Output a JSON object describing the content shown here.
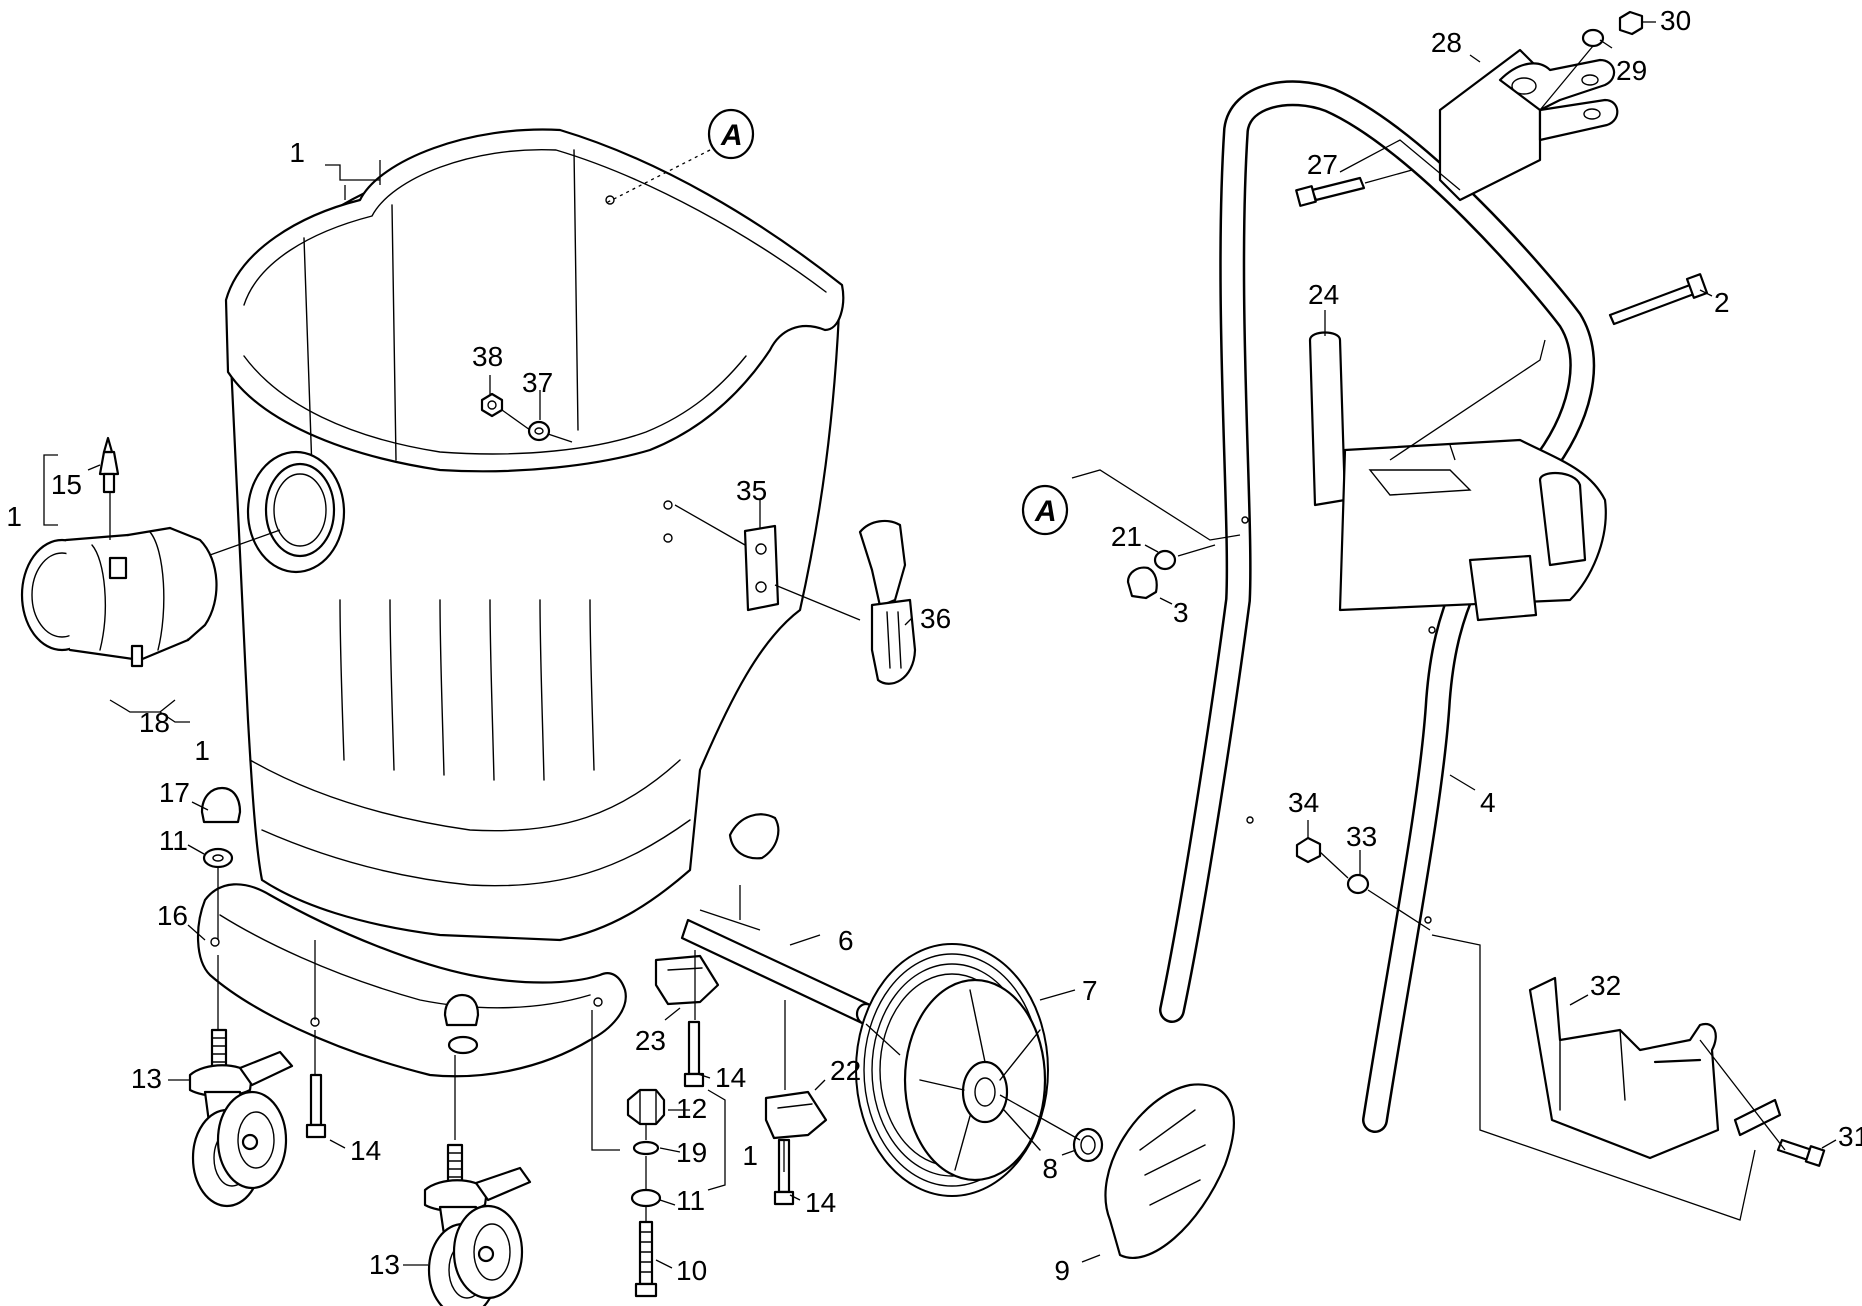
{
  "callouts": [
    {
      "id": "c1a",
      "text": "1"
    },
    {
      "id": "c1b",
      "text": "1"
    },
    {
      "id": "c1c",
      "text": "1"
    },
    {
      "id": "c1d",
      "text": "1"
    },
    {
      "id": "c2",
      "text": "2"
    },
    {
      "id": "c3",
      "text": "3"
    },
    {
      "id": "c4",
      "text": "4"
    },
    {
      "id": "c6",
      "text": "6"
    },
    {
      "id": "c7",
      "text": "7"
    },
    {
      "id": "c8",
      "text": "8"
    },
    {
      "id": "c9",
      "text": "9"
    },
    {
      "id": "c10",
      "text": "10"
    },
    {
      "id": "c11a",
      "text": "11"
    },
    {
      "id": "c11b",
      "text": "11"
    },
    {
      "id": "c12",
      "text": "12"
    },
    {
      "id": "c13a",
      "text": "13"
    },
    {
      "id": "c13b",
      "text": "13"
    },
    {
      "id": "c14a",
      "text": "14"
    },
    {
      "id": "c14b",
      "text": "14"
    },
    {
      "id": "c14c",
      "text": "14"
    },
    {
      "id": "c15",
      "text": "15"
    },
    {
      "id": "c16",
      "text": "16"
    },
    {
      "id": "c17",
      "text": "17"
    },
    {
      "id": "c18",
      "text": "18"
    },
    {
      "id": "c19",
      "text": "19"
    },
    {
      "id": "c21",
      "text": "21"
    },
    {
      "id": "c22",
      "text": "22"
    },
    {
      "id": "c23",
      "text": "23"
    },
    {
      "id": "c24",
      "text": "24"
    },
    {
      "id": "c27",
      "text": "27"
    },
    {
      "id": "c28",
      "text": "28"
    },
    {
      "id": "c29",
      "text": "29"
    },
    {
      "id": "c30",
      "text": "30"
    },
    {
      "id": "c31",
      "text": "31"
    },
    {
      "id": "c32",
      "text": "32"
    },
    {
      "id": "c33",
      "text": "33"
    },
    {
      "id": "c34",
      "text": "34"
    },
    {
      "id": "c35",
      "text": "35"
    },
    {
      "id": "c36",
      "text": "36"
    },
    {
      "id": "c37",
      "text": "37"
    },
    {
      "id": "c38",
      "text": "38"
    }
  ],
  "reference_marks": [
    {
      "id": "refA1",
      "text": "A"
    },
    {
      "id": "refA2",
      "text": "A"
    }
  ]
}
